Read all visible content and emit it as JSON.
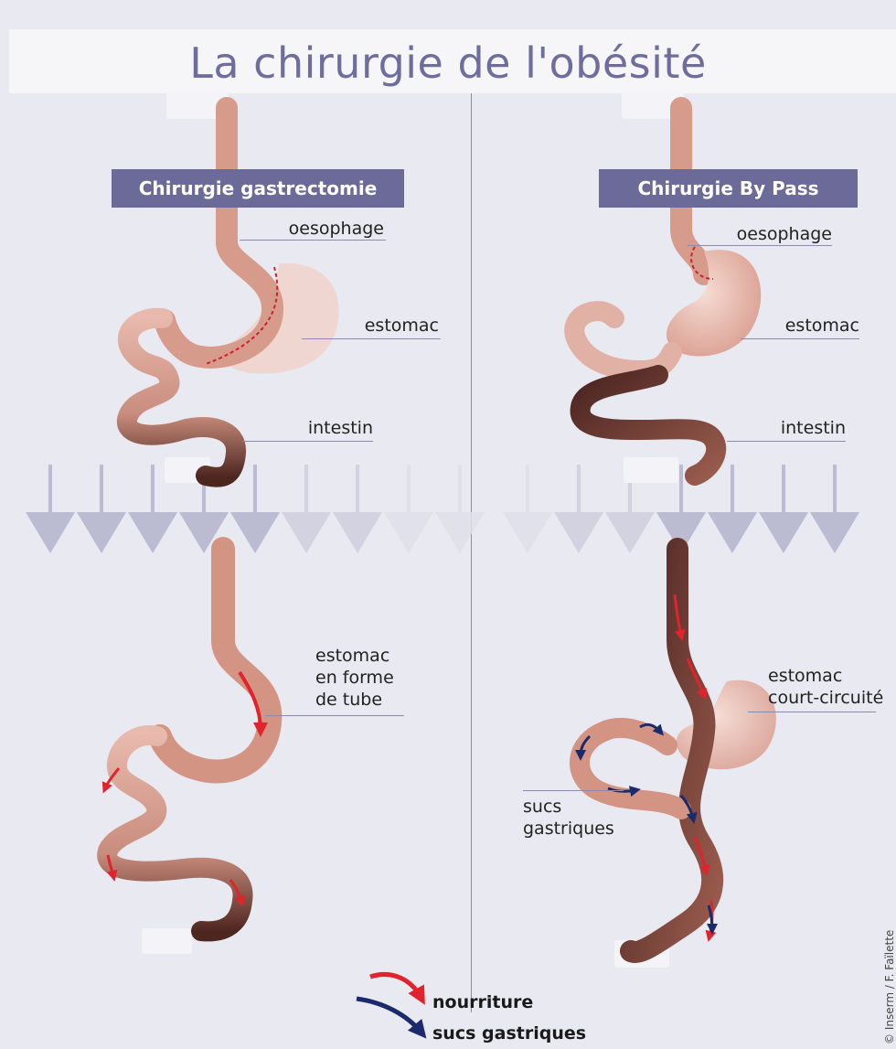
{
  "title": "La chirurgie de l'obésité",
  "sections": {
    "left": {
      "label": "Chirurgie gastrectomie"
    },
    "right": {
      "label": "Chirurgie By Pass"
    }
  },
  "labels": {
    "left_oesophage": "oesophage",
    "left_estomac": "estomac",
    "left_intestin": "intestin",
    "left_tube": [
      "estomac",
      "en forme",
      "de tube"
    ],
    "right_oesophage": "oesophage",
    "right_estomac": "estomac",
    "right_intestin": "intestin",
    "right_court": [
      "estomac",
      "court-circuité"
    ],
    "right_sucs": [
      "sucs",
      "gastriques"
    ]
  },
  "legend": {
    "food": "nourriture",
    "juice": "sucs gastriques"
  },
  "colors": {
    "food_arrow": "#e0232d",
    "juice_arrow": "#1b2a6b",
    "accent": "#6b6a98"
  },
  "credit": "© Inserm / F. Faïlette"
}
